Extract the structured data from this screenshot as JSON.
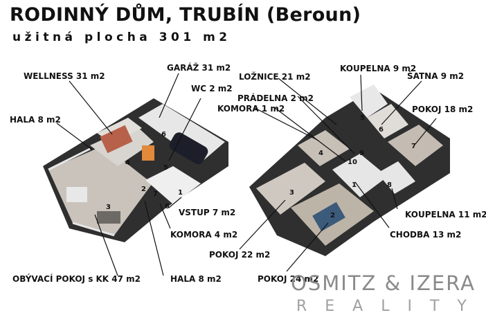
{
  "title": "RODINNÝ DŮM, TRUBÍN (Beroun)",
  "subtitle": "užitná plocha 301 m2",
  "ground_floor": {
    "rooms": [
      {
        "number": "1",
        "label": "VSTUP 7 m2"
      },
      {
        "number": "2",
        "label": "HALA 8 m2"
      },
      {
        "number": "3",
        "label": "OBÝVACÍ POKOJ s KK 47 m2"
      },
      {
        "number": "4",
        "label": "HALA 8 m2"
      },
      {
        "number": "5",
        "label": "WC 2 m2"
      },
      {
        "number": "6",
        "label": "GARÁŽ 31 m2"
      },
      {
        "number": "7",
        "label": "WELLNESS 31 m2"
      },
      {
        "number": "8",
        "label": "KOMORA 4 m2"
      }
    ]
  },
  "upper_floor": {
    "rooms": [
      {
        "number": "1",
        "label": "CHODBA 13 m2"
      },
      {
        "number": "2",
        "label": "POKOJ 24 m2"
      },
      {
        "number": "3",
        "label": "POKOJ 22 m2"
      },
      {
        "number": "4",
        "label": "LOŽNICE 21 m2"
      },
      {
        "number": "5",
        "label": "KOUPELNA 9 m2"
      },
      {
        "number": "6",
        "label": "ŠATNA 9 m2"
      },
      {
        "number": "7",
        "label": "POKOJ 18 m2"
      },
      {
        "number": "8",
        "label": "KOUPELNA 11 m2"
      },
      {
        "number": "9",
        "label": "PRÁDELNA 2 m2"
      },
      {
        "number": "10",
        "label": "KOMORA 1 m2"
      }
    ]
  },
  "brand": {
    "name": "OSMITZ & IZERA",
    "tagline": "REALITY"
  }
}
